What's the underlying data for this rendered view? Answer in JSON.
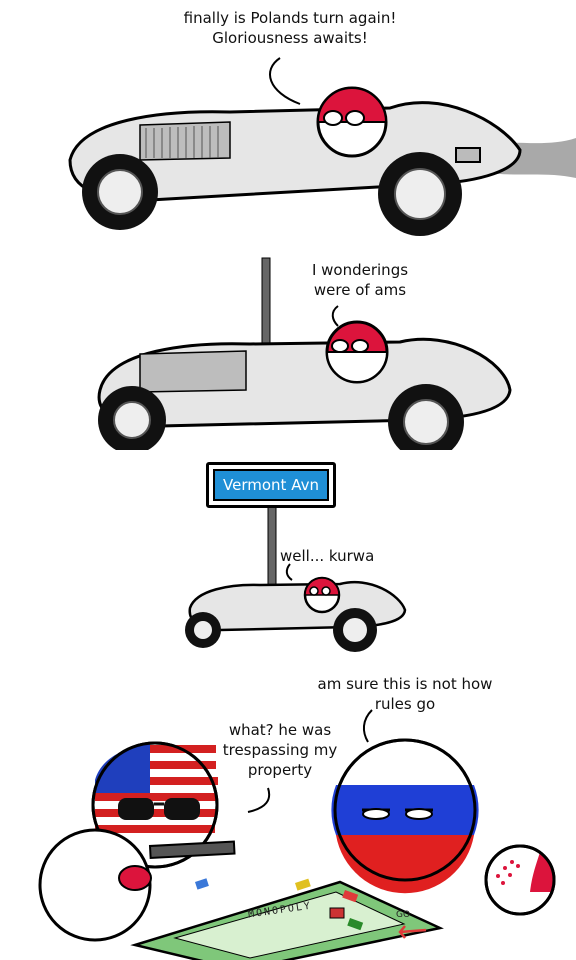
{
  "panel1": {
    "speech": "finally is Polands turn again!\nGloriousness awaits!"
  },
  "panel2": {
    "speech": "I wonderings\nwere of ams"
  },
  "panel3": {
    "sign": "Vermont Avn",
    "speech": "well... kurwa"
  },
  "panel4": {
    "russia_speech": "am sure this is not how\nrules go",
    "usa_speech": "what? he was\ntrespassing my\nproperty",
    "board_title": "MONOPOLY",
    "board_go": "GO"
  },
  "colors": {
    "poland_red": "#dc143c",
    "russia_blue": "#1f3fd6",
    "usa_red": "#d32020",
    "usa_blue": "#1f3fbd",
    "sign_blue": "#1f8fd6",
    "car_body": "#e6e6e6",
    "board_green": "#7fc77a"
  }
}
